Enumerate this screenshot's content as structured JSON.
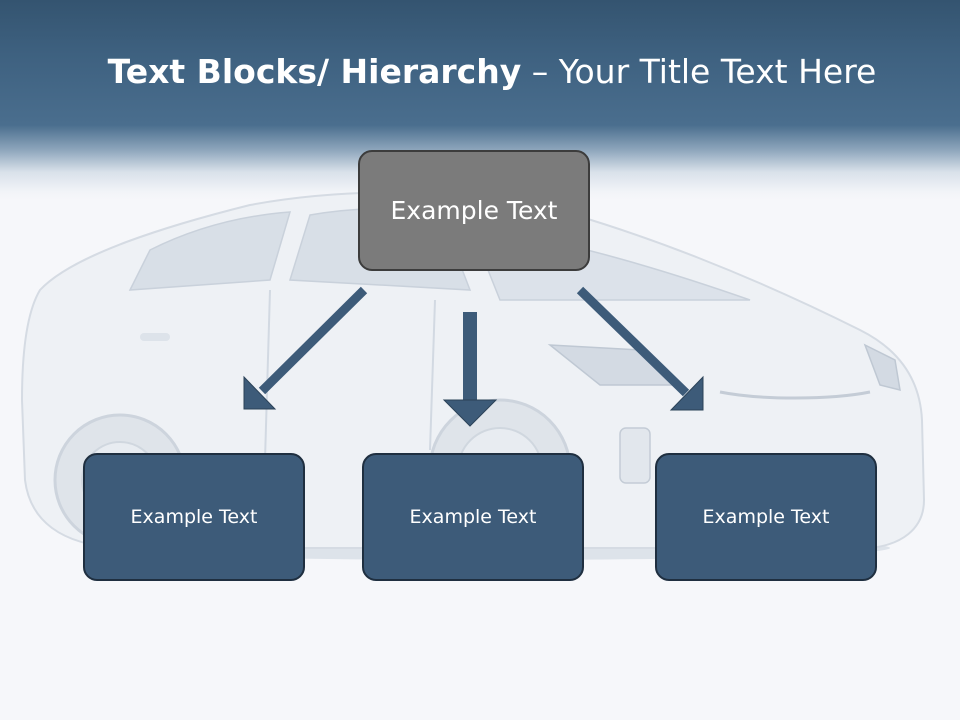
{
  "title": {
    "bold_part": "Text Blocks/ Hierarchy",
    "separator": " – ",
    "normal_part": "Your Title Text Here"
  },
  "hierarchy": {
    "root": "Example Text",
    "children": [
      "Example Text",
      "Example Text",
      "Example Text"
    ]
  },
  "colors": {
    "header": "#3e6180",
    "root_box": "#7b7b7b",
    "child_box": "#3d5b79",
    "arrow": "#3d5b79"
  }
}
